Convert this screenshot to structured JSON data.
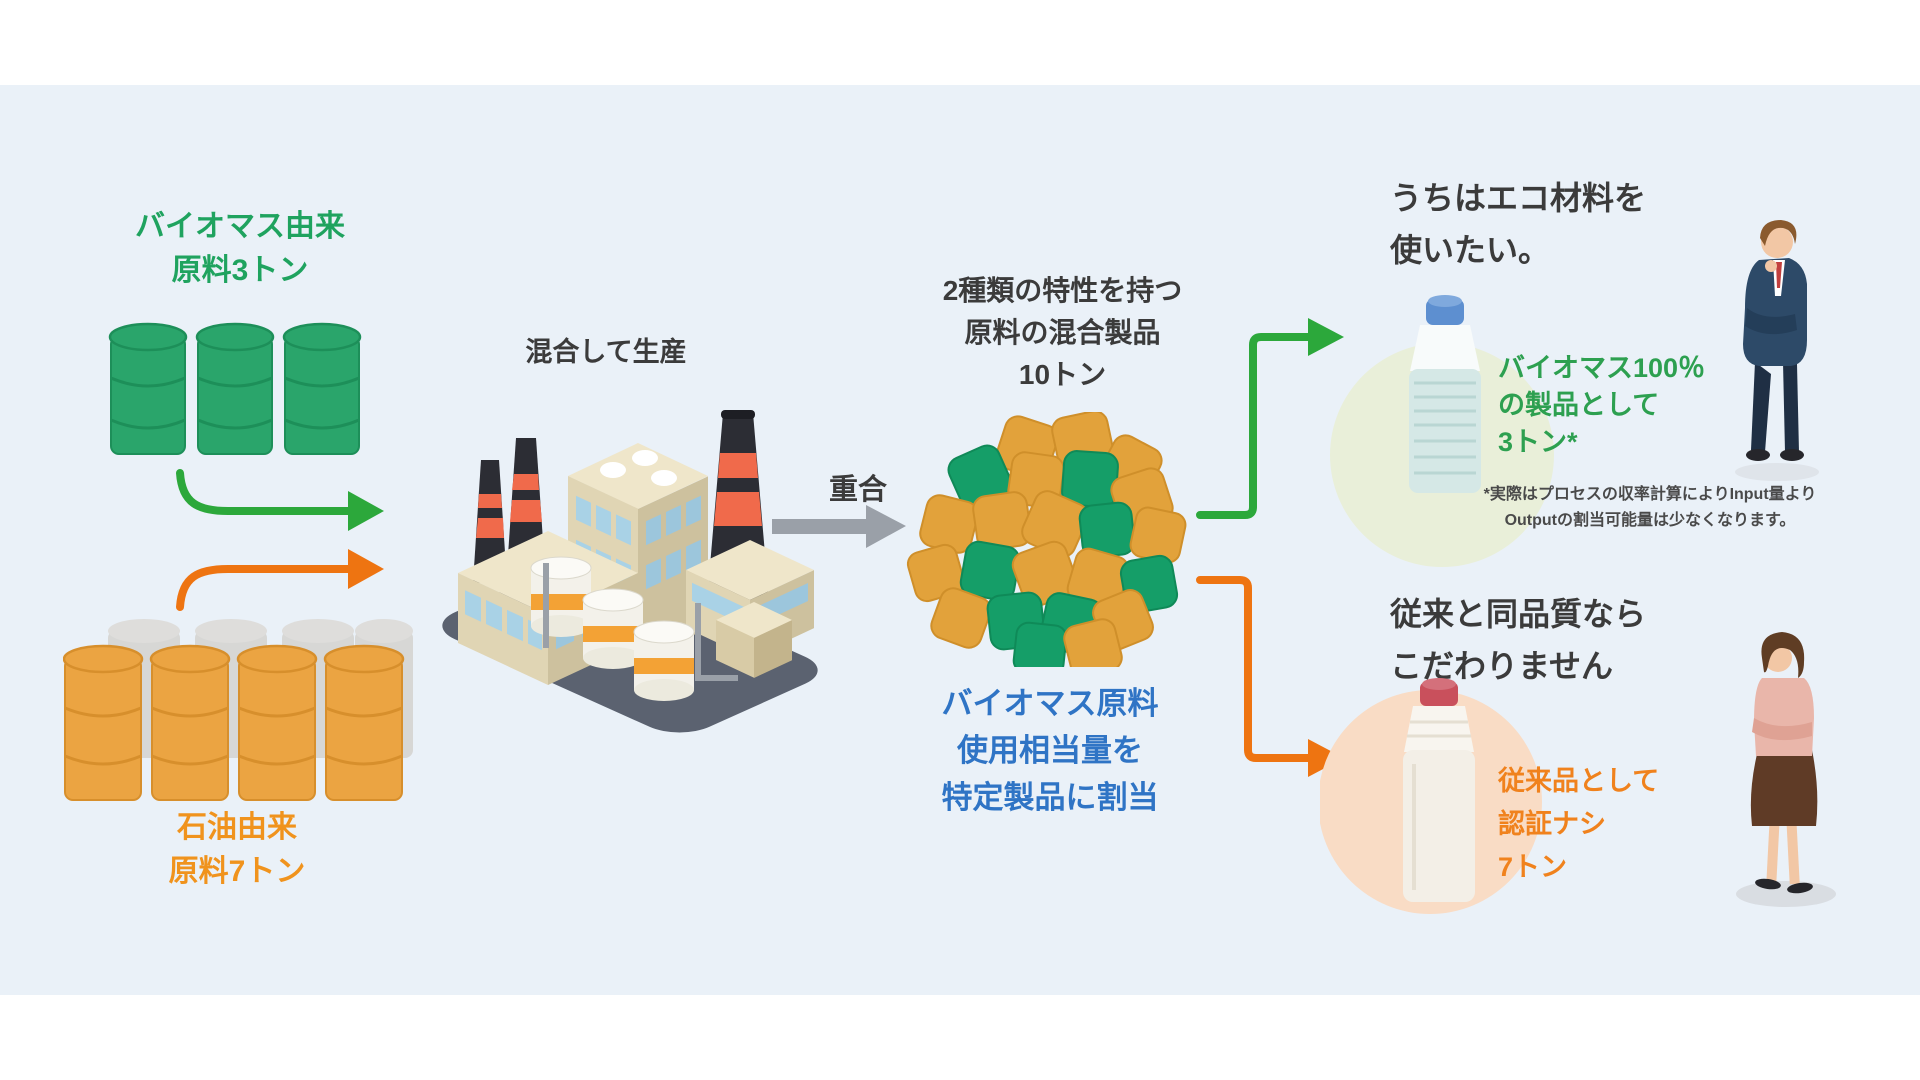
{
  "panel": {
    "background": "#eaf1f8"
  },
  "biomass_source": {
    "label": "バイオマス由来\n原料3トン",
    "color": "#1fa35f",
    "barrel_color": "#2aa56b",
    "barrel_count": 3
  },
  "petroleum_source": {
    "label": "石油由来\n原料7トン",
    "color": "#f0931d",
    "barrel_color": "#eba442",
    "barrel_count": 7
  },
  "factory": {
    "label": "混合して生産",
    "label_color": "#3b3b3b"
  },
  "polymerization": {
    "label": "重合",
    "arrow_color": "#9aa0a8"
  },
  "mixed_product": {
    "caption": "2種類の特性を持つ\n原料の混合製品\n10トン",
    "caption_color": "#3b3b3b",
    "allocation_note": "バイオマス原料\n使用相当量を\n特定製品に割当",
    "allocation_note_color": "#2f74c5",
    "pellet_colors": {
      "orange": "#e2a23b",
      "green": "#159e68"
    }
  },
  "arrows": {
    "biomass": "#2ca83b",
    "petroleum": "#ee7411",
    "process": "#9aa0a8"
  },
  "eco_customer": {
    "quote": "うちはエコ材料を\n使いたい。",
    "allocation": "バイオマス100％\nの製品として\n3トン*",
    "allocation_color": "#2da050",
    "footnote": "*実際はプロセスの収率計算によりInput量より\nOutputの割当可能量は少なくなります。",
    "bottle_cap_color": "#5d8fd0",
    "halo_color": "#e9efd9"
  },
  "conventional_customer": {
    "quote": "従来と同品質なら\nこだわりません",
    "allocation": "従来品として\n認証ナシ\n7トン",
    "allocation_color": "#f0821d",
    "bottle_cap_color": "#c9505c",
    "halo_color": "#f9dcc5"
  }
}
